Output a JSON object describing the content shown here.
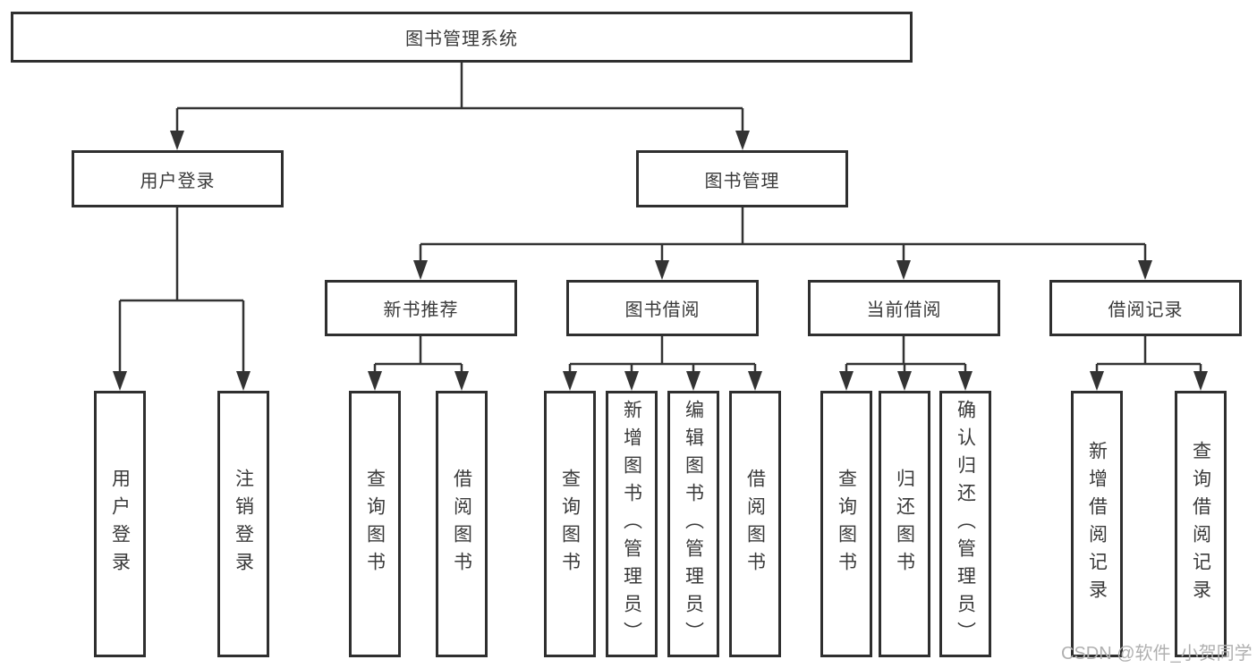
{
  "tree": {
    "root": {
      "label": "图书管理系统"
    },
    "branches": [
      {
        "label": "用户登录",
        "children": [
          {
            "label": "用户登录"
          },
          {
            "label": "注销登录"
          }
        ]
      },
      {
        "label": "图书管理",
        "groups": [
          {
            "label": "新书推荐",
            "children": [
              {
                "label": "查询图书"
              },
              {
                "label": "借阅图书"
              }
            ]
          },
          {
            "label": "图书借阅",
            "children": [
              {
                "label": "查询图书"
              },
              {
                "label": "新增图书（管理员）"
              },
              {
                "label": "编辑图书（管理员）"
              },
              {
                "label": "借阅图书"
              }
            ]
          },
          {
            "label": "当前借阅",
            "children": [
              {
                "label": "查询图书"
              },
              {
                "label": "归还图书"
              },
              {
                "label": "确认归还（管理员）"
              }
            ]
          },
          {
            "label": "借阅记录",
            "children": [
              {
                "label": "新增借阅记录"
              },
              {
                "label": "查询借阅记录"
              }
            ]
          }
        ]
      }
    ]
  },
  "watermark": {
    "text": "CSDN @软件_小贺同学"
  },
  "colors": {
    "line": "#333333",
    "box_border": "#2f2f2f",
    "text": "#3a3a3a",
    "watermark": "#b0b0b0",
    "background": "#ffffff"
  }
}
